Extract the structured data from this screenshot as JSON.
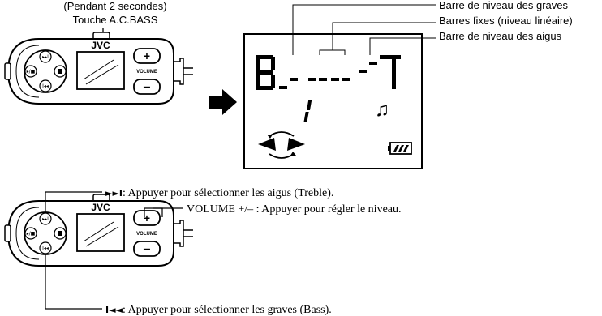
{
  "top_label": {
    "line1": "(Pendant 2 secondes)",
    "line2": "Touche A.C.BASS"
  },
  "callouts": {
    "bass_bar": "Barre de niveau des graves",
    "fixed_bars": "Barres fixes (niveau linéaire)",
    "treble_bar": "Barre de niveau des aigus"
  },
  "remote": {
    "brand": "JVC",
    "volume_label": "VOLUME",
    "plus": "+",
    "minus": "−"
  },
  "display": {
    "left_char": "B",
    "right_char": "T",
    "level_digit": "1",
    "music_note": "♫"
  },
  "instructions": {
    "next_symbol": "►►I",
    "next_text": ": Appuyer pour sélectionner les aigus (Treble).",
    "volume_text": "VOLUME +/– : Appuyer pour régler le niveau.",
    "prev_symbol": "I◄◄",
    "prev_text": ": Appuyer pour sélectionner les graves (Bass)."
  }
}
